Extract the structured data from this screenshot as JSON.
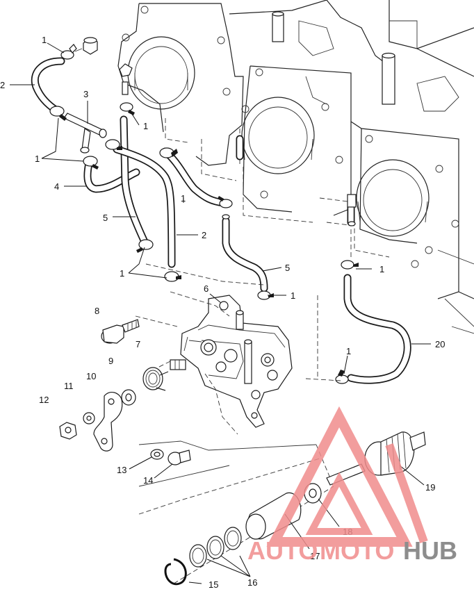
{
  "callouts": [
    {
      "id": "c1a",
      "text": "1"
    },
    {
      "id": "c2a",
      "text": "2"
    },
    {
      "id": "c3",
      "text": "3"
    },
    {
      "id": "c1b",
      "text": "1"
    },
    {
      "id": "c1c",
      "text": "1"
    },
    {
      "id": "c4",
      "text": "4"
    },
    {
      "id": "c1d",
      "text": "1"
    },
    {
      "id": "c5a",
      "text": "5"
    },
    {
      "id": "c2b",
      "text": "2"
    },
    {
      "id": "c1e",
      "text": "1"
    },
    {
      "id": "c5b",
      "text": "5"
    },
    {
      "id": "c1f",
      "text": "1"
    },
    {
      "id": "c6",
      "text": "6"
    },
    {
      "id": "c1g",
      "text": "1"
    },
    {
      "id": "c8",
      "text": "8"
    },
    {
      "id": "c7",
      "text": "7"
    },
    {
      "id": "c9",
      "text": "9"
    },
    {
      "id": "c10",
      "text": "10"
    },
    {
      "id": "c11",
      "text": "11"
    },
    {
      "id": "c12",
      "text": "12"
    },
    {
      "id": "c20",
      "text": "20"
    },
    {
      "id": "c1h",
      "text": "1"
    },
    {
      "id": "c13",
      "text": "13"
    },
    {
      "id": "c14",
      "text": "14"
    },
    {
      "id": "c19",
      "text": "19"
    },
    {
      "id": "c18",
      "text": "18"
    },
    {
      "id": "c17",
      "text": "17"
    },
    {
      "id": "c16",
      "text": "16"
    },
    {
      "id": "c15",
      "text": "15"
    }
  ],
  "watermark": {
    "part1": "AUTO",
    "part2": "MOTO",
    "part3": "HUB",
    "color_primary": "#f08c8c",
    "color_secondary": "#7a7a7a"
  }
}
